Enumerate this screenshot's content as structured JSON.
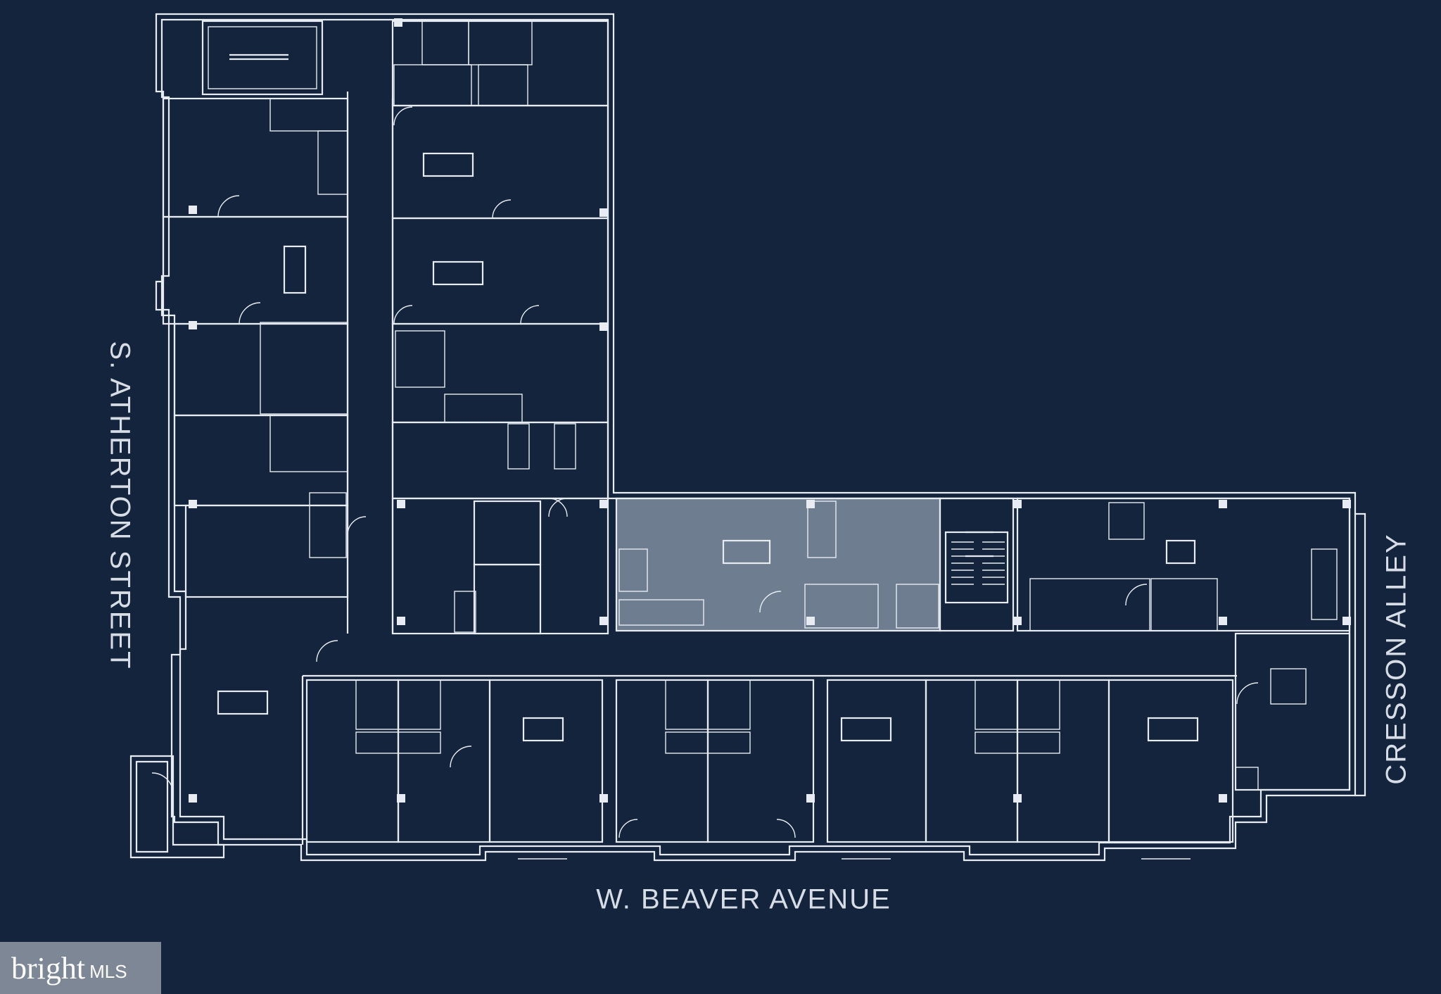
{
  "streets": {
    "atherton": "S. ATHERTON STREET",
    "cresson": "CRESSON ALLEY",
    "beaver": "W. BEAVER AVENUE"
  },
  "logo": {
    "brand": "bright",
    "suffix": "MLS"
  },
  "colors": {
    "background": "#14243d",
    "linework": "#e7ecf3",
    "highlighted_unit": "#6f7d90",
    "logo_bg": "#7e8796"
  },
  "highlighted_unit": "selected-unit"
}
